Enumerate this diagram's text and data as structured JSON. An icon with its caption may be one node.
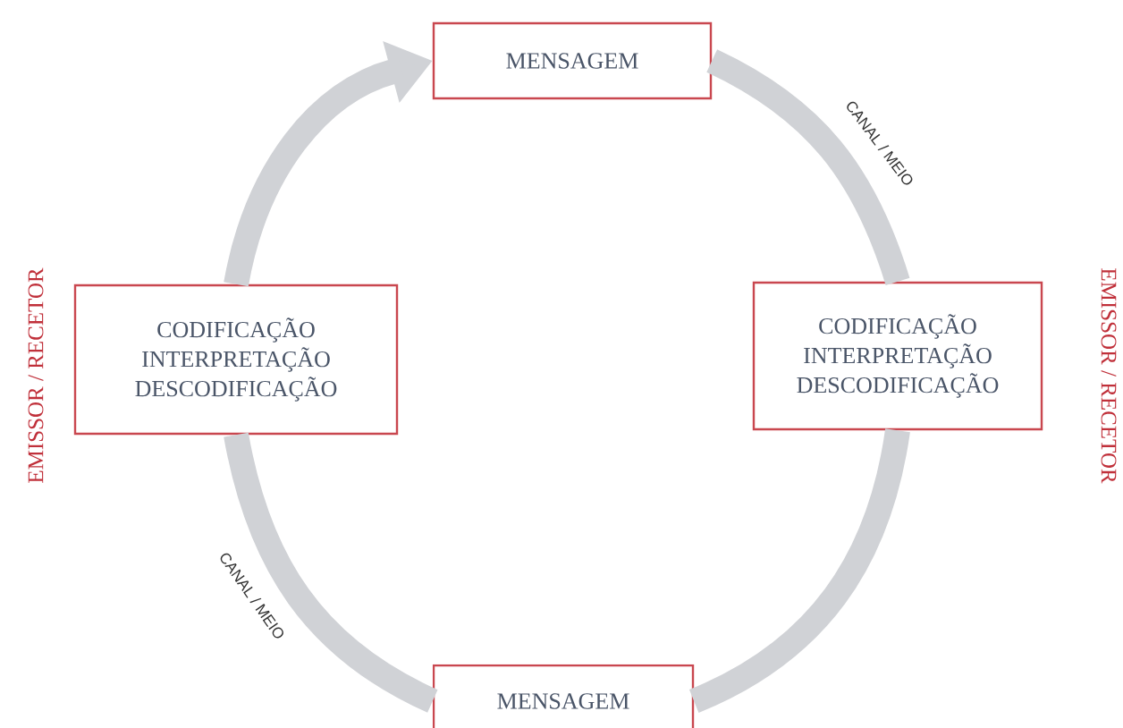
{
  "diagram": {
    "nodes": [
      {
        "text": [
          "MENSAGEM"
        ]
      },
      {
        "text": [
          "CODIFICAÇÃO",
          "INTERPRETAÇÃO",
          "DESCODIFICAÇÃO"
        ],
        "beside": [
          "EMISSOR / RECETOR"
        ]
      },
      {
        "text": [
          "CODIFICAÇÃO",
          "INTERPRETAÇÃO",
          "DESCODIFICAÇÃO"
        ],
        "beside": [
          "EMISSOR / RECETOR"
        ]
      },
      {
        "text": [
          "MENSAGEM"
        ]
      }
    ],
    "edges": [
      {
        "from": 1,
        "to": 0,
        "arrow": "to"
      },
      {
        "from": 0,
        "to": 2,
        "arrow": "none",
        "label": "CANAL / MEIO"
      },
      {
        "from": 2,
        "to": 3,
        "arrow": "none"
      },
      {
        "from": 3,
        "to": 1,
        "arrow": "none",
        "label": "CANAL / MEIO"
      }
    ]
  }
}
